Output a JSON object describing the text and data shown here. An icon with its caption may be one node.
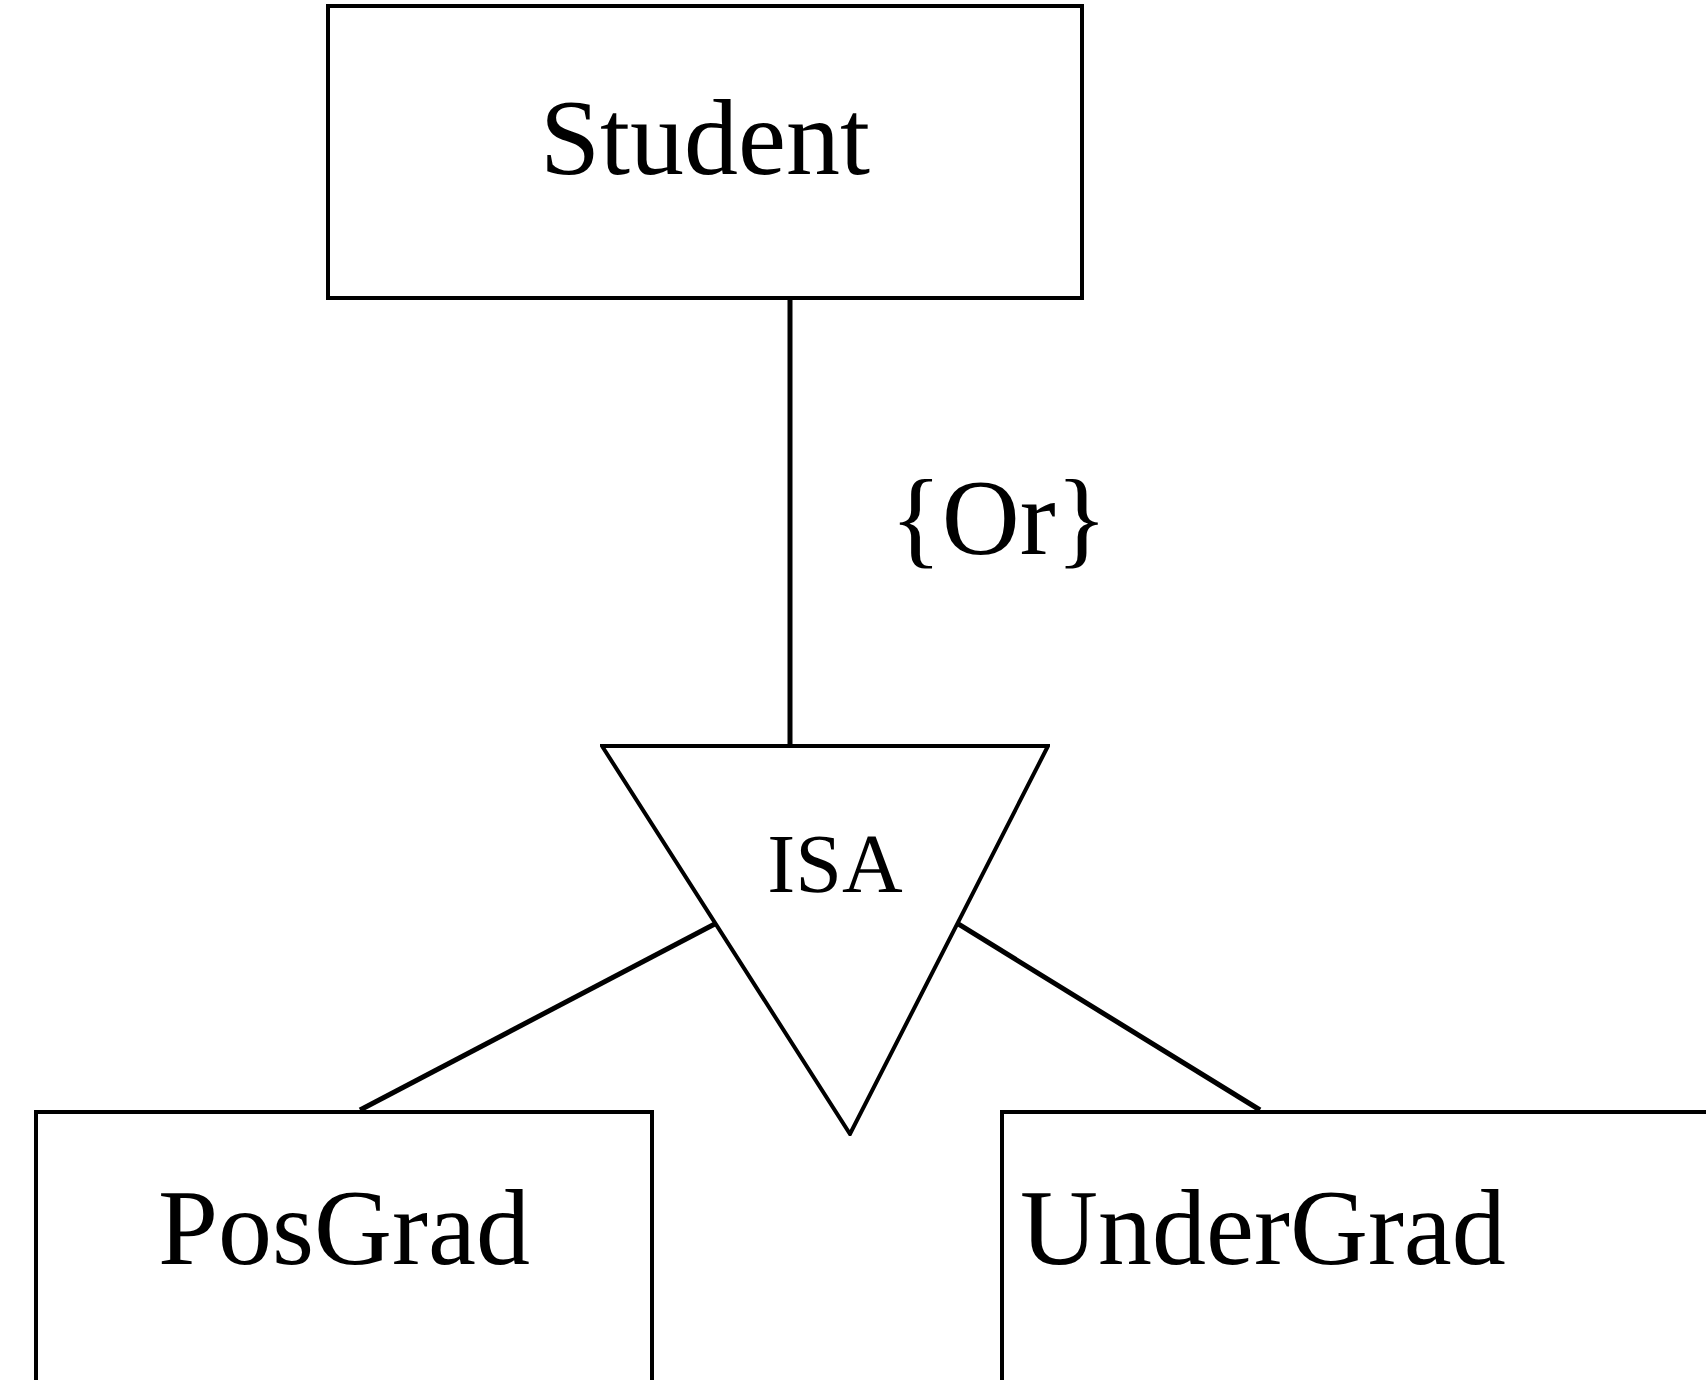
{
  "diagram": {
    "nodes": [
      {
        "text": [
          "Student"
        ]
      },
      {
        "text": [
          "ISA"
        ]
      },
      {
        "text": [
          "PosGrad"
        ]
      },
      {
        "text": [
          "UnderGrad"
        ]
      }
    ],
    "edges": [
      {
        "from": 0,
        "to": 1,
        "arrow": "none",
        "label": "{Or}"
      },
      {
        "from": 1,
        "to": 2,
        "arrow": "none"
      },
      {
        "from": 1,
        "to": 3,
        "arrow": "none"
      }
    ]
  }
}
